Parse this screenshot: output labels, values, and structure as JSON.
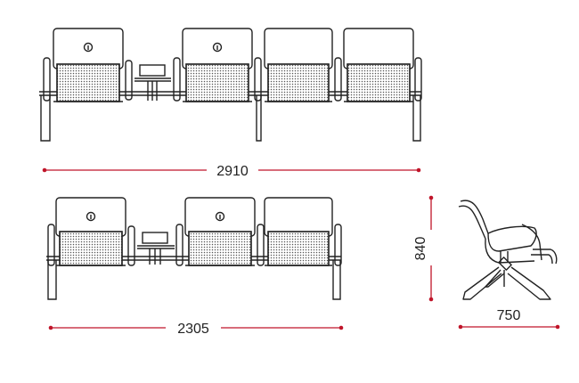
{
  "drawing": {
    "top_row": {
      "seats": 4,
      "table_after_seat": 1,
      "logo_seats": [
        1,
        2
      ]
    },
    "bottom_row": {
      "seats": 3,
      "table_after_seat": 1,
      "logo_seats": [
        1,
        2
      ]
    }
  },
  "dimensions": {
    "top_width": "2910",
    "bottom_width": "2305",
    "height": "840",
    "depth": "750"
  },
  "colors": {
    "line": "#222222",
    "perforation": "#555555",
    "dimension": "#c0152a"
  }
}
